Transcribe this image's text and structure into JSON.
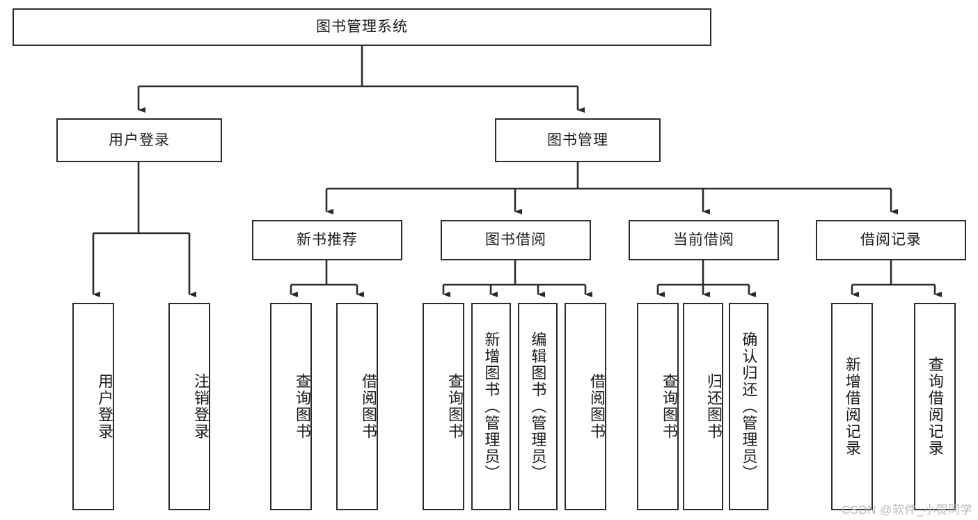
{
  "diagram": {
    "title": "图书管理系统",
    "type": "tree-hierarchy-diagram",
    "root": {
      "label": "图书管理系统"
    },
    "level1": [
      {
        "label": "用户登录"
      },
      {
        "label": "图书管理"
      }
    ],
    "level2": [
      {
        "label": "新书推荐"
      },
      {
        "label": "图书借阅"
      },
      {
        "label": "当前借阅"
      },
      {
        "label": "借阅记录"
      }
    ],
    "leaves": {
      "user_login": [
        {
          "label": "用户登录"
        },
        {
          "label": "注销登录"
        }
      ],
      "new_book_recommend": [
        {
          "label": "查询图书"
        },
        {
          "label": "借阅图书"
        }
      ],
      "book_borrow": [
        {
          "label": "查询图书"
        },
        {
          "label": "新增图书（管理员）"
        },
        {
          "label": "编辑图书（管理员）"
        },
        {
          "label": "借阅图书"
        }
      ],
      "current_borrow": [
        {
          "label": "查询图书"
        },
        {
          "label": "归还图书"
        },
        {
          "label": "确认归还（管理员）"
        }
      ],
      "borrow_record": [
        {
          "label": "新增借阅记录"
        },
        {
          "label": "查询借阅记录"
        }
      ]
    },
    "watermark": "CSDN @软件_小贺同学",
    "colors": {
      "stroke": "#2b2b2b",
      "background": "#ffffff",
      "text": "#1a1a1a",
      "watermark": "#b9b9b9"
    }
  }
}
